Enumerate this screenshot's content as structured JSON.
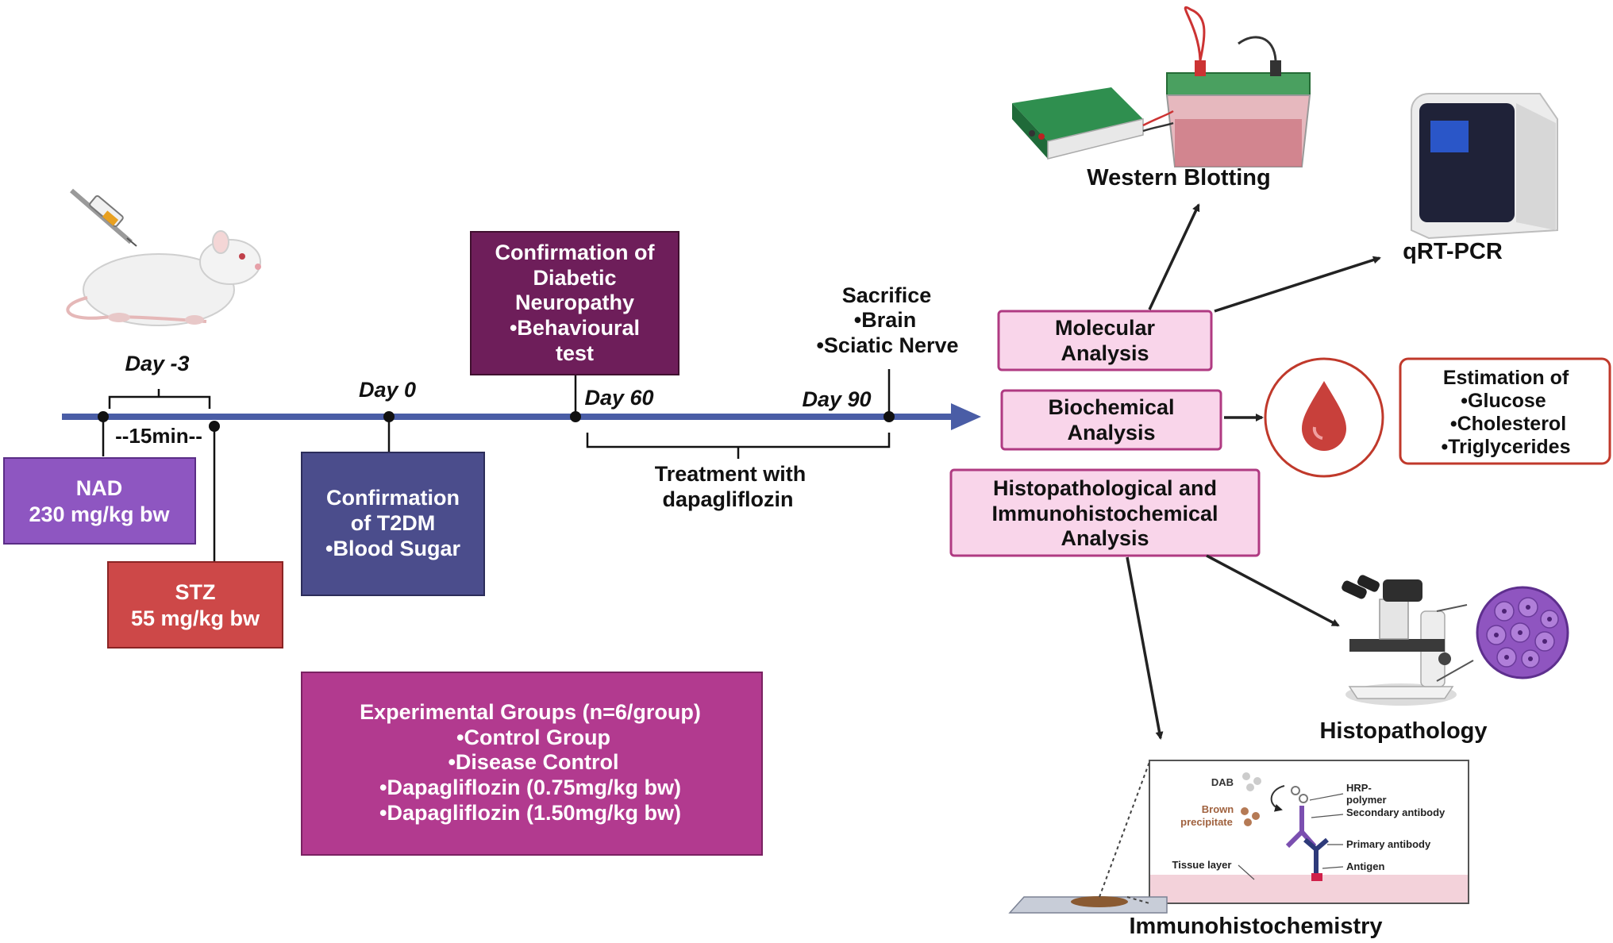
{
  "colors": {
    "timeline": "#4a5da6",
    "nad": "#8e56c1",
    "stz": "#cd4848",
    "t2dm": "#4b4d8c",
    "neuropathy": "#6e1e5a",
    "groups": "#b23a8f",
    "analysis_fill": "#f9d5ea",
    "analysis_border": "#b03a82",
    "estimation_border": "#c0392b",
    "blood": "#c8403b"
  },
  "timeline": {
    "day_minus3": "Day -3",
    "interval": "--15min--",
    "day0": "Day 0",
    "day60": "Day 60",
    "day90": "Day 90",
    "treatment_line1": "Treatment with",
    "treatment_line2": "dapagliflozin"
  },
  "nad_box": {
    "line1": "NAD",
    "line2": "230 mg/kg bw"
  },
  "stz_box": {
    "line1": "STZ",
    "line2": "55 mg/kg bw"
  },
  "t2dm_box": {
    "line1": "Confirmation",
    "line2": "of T2DM",
    "line3": "•Blood Sugar"
  },
  "neuropathy_box": {
    "line1": "Confirmation of",
    "line2": "Diabetic",
    "line3": "Neuropathy",
    "line4": "•Behavioural",
    "line5": "test"
  },
  "sacrifice": {
    "line1": "Sacrifice",
    "line2": "•Brain",
    "line3": "•Sciatic Nerve"
  },
  "groups_box": {
    "line1": "Experimental Groups (n=6/group)",
    "line2": "•Control Group",
    "line3": "•Disease Control",
    "line4": "•Dapagliflozin (0.75mg/kg bw)",
    "line5": "•Dapagliflozin (1.50mg/kg bw)"
  },
  "analyses": {
    "molecular_line1": "Molecular",
    "molecular_line2": "Analysis",
    "biochemical_line1": "Biochemical",
    "biochemical_line2": "Analysis",
    "histo_line1": "Histopathological and",
    "histo_line2": "Immunohistochemical",
    "histo_line3": "Analysis"
  },
  "estimation": {
    "line1": "Estimation of",
    "line2": "•Glucose",
    "line3": "•Cholesterol",
    "line4": "•Triglycerides"
  },
  "outputs": {
    "western": "Western Blotting",
    "qrtpcr": "qRT-PCR",
    "histopathology": "Histopathology",
    "ihc": "Immunohistochemistry"
  },
  "ihc_detail": {
    "dab": "DAB",
    "brown1": "Brown",
    "brown2": "precipitate",
    "hrp1": "HRP-",
    "hrp2": "polymer",
    "secondary": "Secondary antibody",
    "primary": "Primary antibody",
    "antigen": "Antigen",
    "tissue": "Tissue layer"
  }
}
